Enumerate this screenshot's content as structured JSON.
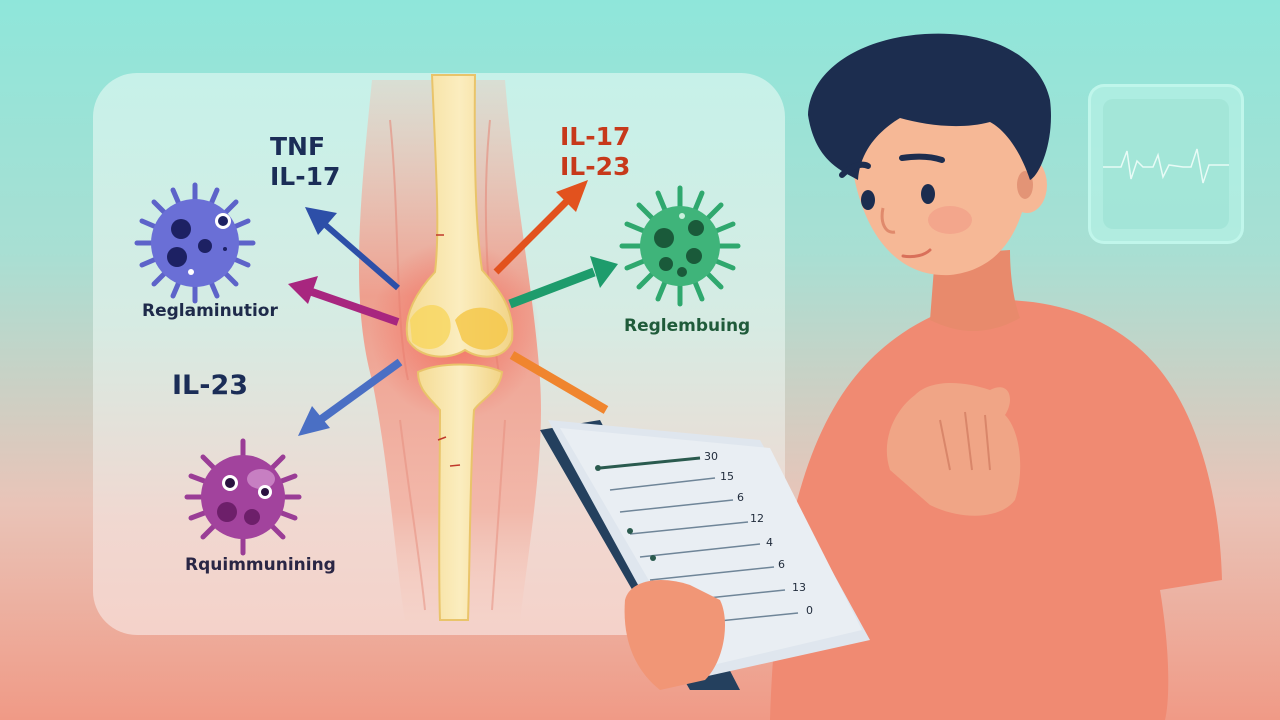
{
  "illustration": {
    "subject": "Person reading a symptom log beside a knee joint diagram showing cytokine pathways",
    "labels": {
      "top_left_cytokines": [
        "TNF",
        "IL-17"
      ],
      "top_right_cytokines": [
        "IL-17",
        "IL-23"
      ],
      "left_middle_cytokine": "IL-23"
    },
    "cells": [
      {
        "name": "blue-immune-cell",
        "label": "Reglaminutior",
        "color": "#5d63c9"
      },
      {
        "name": "green-immune-cell",
        "label": "Reglembuing",
        "color": "#2fa86e"
      },
      {
        "name": "purple-immune-cell",
        "label": "Rquimmunining",
        "color": "#9a3d96"
      }
    ],
    "arrows": [
      {
        "name": "arrow-blue-up-left",
        "color": "#2d4fa8"
      },
      {
        "name": "arrow-magenta-left",
        "color": "#a8267f"
      },
      {
        "name": "arrow-blue-down-left",
        "color": "#4a6fc4"
      },
      {
        "name": "arrow-orange-up-right",
        "color": "#e2521e"
      },
      {
        "name": "arrow-green-right",
        "color": "#1e9c6c"
      },
      {
        "name": "arrow-orange-down-right",
        "color": "#f0852e"
      }
    ],
    "book": {
      "entries": [
        "30",
        "15",
        "6",
        "12",
        "4",
        "6",
        "13",
        "0"
      ]
    },
    "colors": {
      "background_top": "#8fe6da",
      "background_bottom": "#f09a86",
      "shirt": "#f08a72",
      "hair": "#1c2d4f",
      "skin": "#f6b896",
      "bone": "#f7e3a4"
    }
  }
}
